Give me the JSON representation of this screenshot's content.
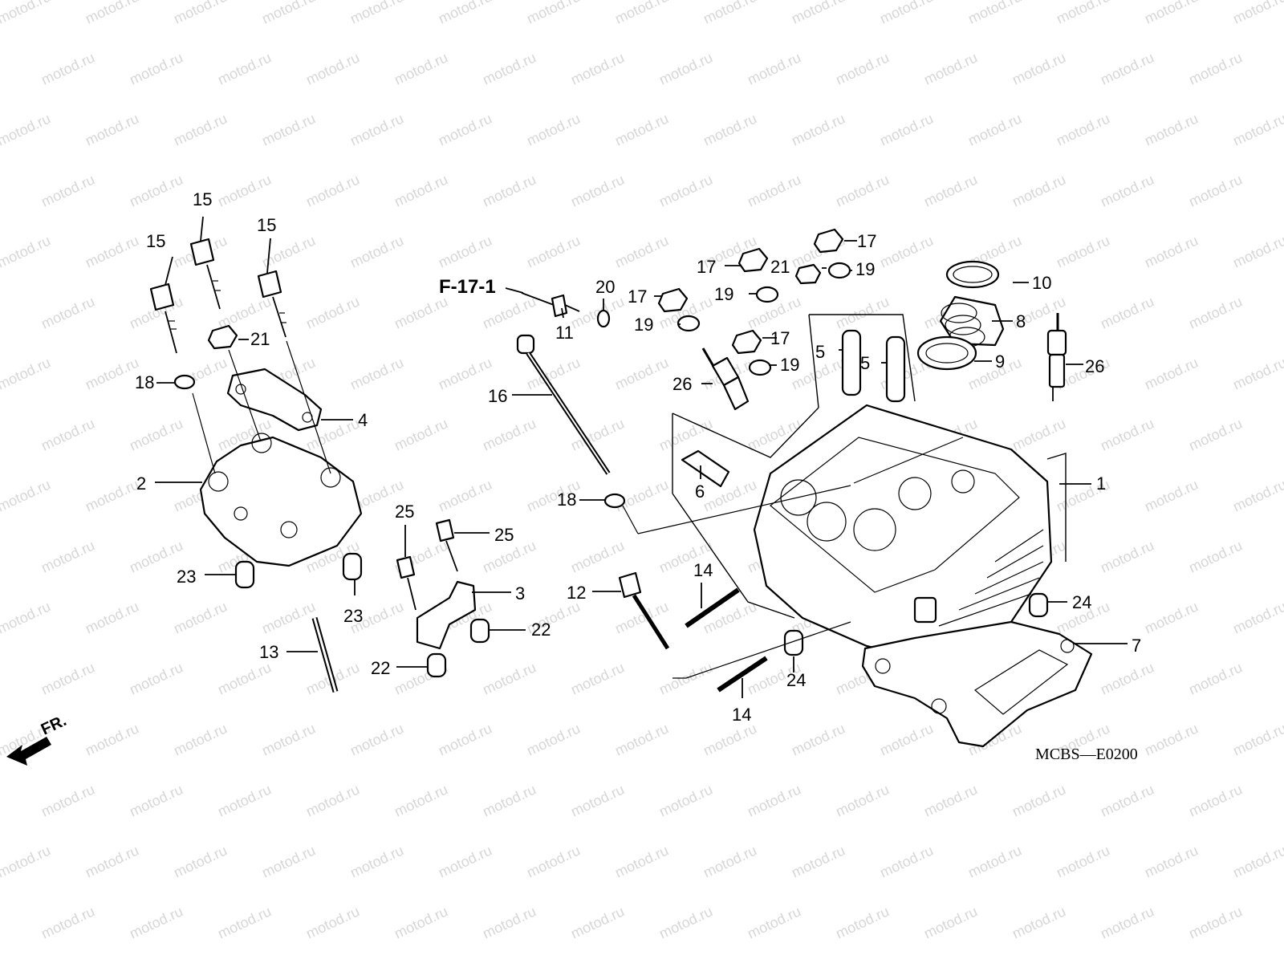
{
  "watermark": {
    "text": "motod.ru"
  },
  "reference": {
    "label": "F-17-1"
  },
  "diagram_code": "MCBS—E0200",
  "direction": {
    "label": "FR."
  },
  "callouts": [
    {
      "text": "15"
    },
    {
      "text": "15"
    },
    {
      "text": "15"
    },
    {
      "text": "21"
    },
    {
      "text": "18"
    },
    {
      "text": "4"
    },
    {
      "text": "2"
    },
    {
      "text": "23"
    },
    {
      "text": "23"
    },
    {
      "text": "13"
    },
    {
      "text": "25"
    },
    {
      "text": "25"
    },
    {
      "text": "3"
    },
    {
      "text": "22"
    },
    {
      "text": "22"
    },
    {
      "text": "20"
    },
    {
      "text": "11"
    },
    {
      "text": "16"
    },
    {
      "text": "18"
    },
    {
      "text": "12"
    },
    {
      "text": "17"
    },
    {
      "text": "17"
    },
    {
      "text": "17"
    },
    {
      "text": "17"
    },
    {
      "text": "21"
    },
    {
      "text": "19"
    },
    {
      "text": "19"
    },
    {
      "text": "19"
    },
    {
      "text": "19"
    },
    {
      "text": "26"
    },
    {
      "text": "5"
    },
    {
      "text": "5"
    },
    {
      "text": "6"
    },
    {
      "text": "14"
    },
    {
      "text": "14"
    },
    {
      "text": "24"
    },
    {
      "text": "24"
    },
    {
      "text": "10"
    },
    {
      "text": "8"
    },
    {
      "text": "9"
    },
    {
      "text": "26"
    },
    {
      "text": "1"
    },
    {
      "text": "7"
    }
  ]
}
